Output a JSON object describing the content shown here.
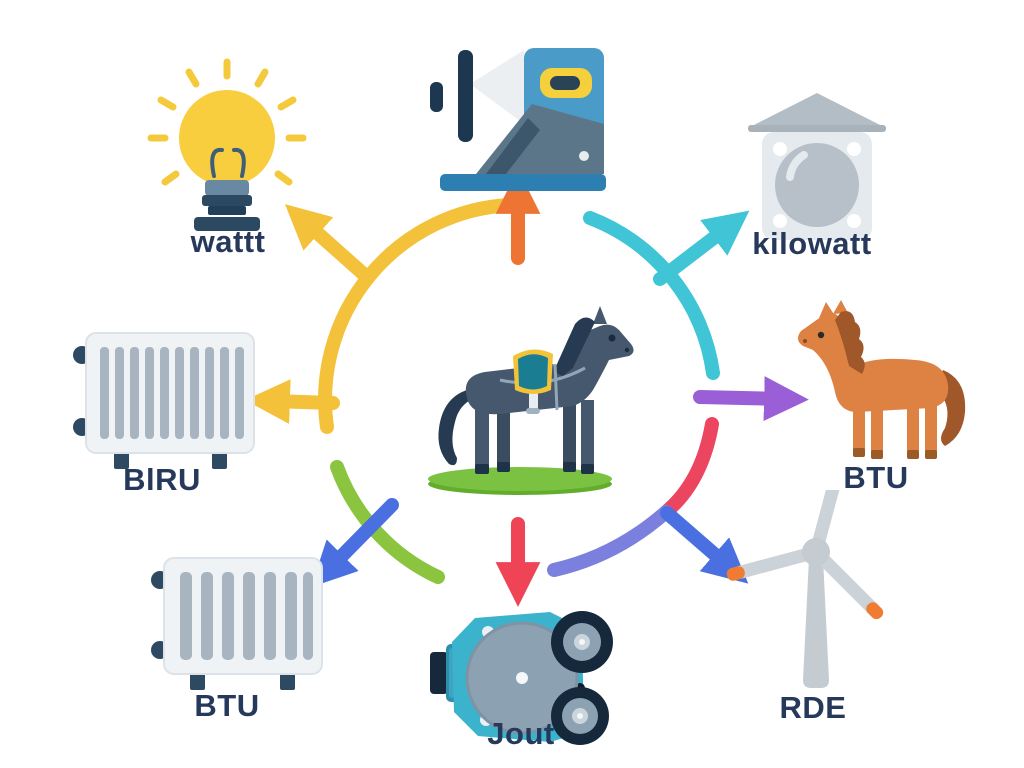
{
  "labels": {
    "watt": "wattt",
    "kilowatt": "kilowatt",
    "blru": "BlRU",
    "btu_horse": "BTU",
    "btu_radiator": "BTU",
    "jout": "Jout",
    "rde": "RDE"
  },
  "icons": {
    "center": "saddled-horse-icon",
    "watt": "lightbulb-icon",
    "top": "projector-icon",
    "kilowatt": "sensor-box-icon",
    "blru": "radiator-icon",
    "btu_horse": "horse-icon",
    "btu_radiator": "radiator-icon",
    "jout": "compressor-icon",
    "rde": "wind-turbine-icon"
  },
  "colors": {
    "yellow": "#F3C13A",
    "orange": "#EE7434",
    "cyan": "#3FC5D5",
    "purple": "#9A5FD6",
    "pink": "#EB4560",
    "red": "#EE4456",
    "blue": "#4A6FE0",
    "periwinkle": "#7B80DF",
    "green": "#8BC540",
    "label_text": "#27395B"
  }
}
